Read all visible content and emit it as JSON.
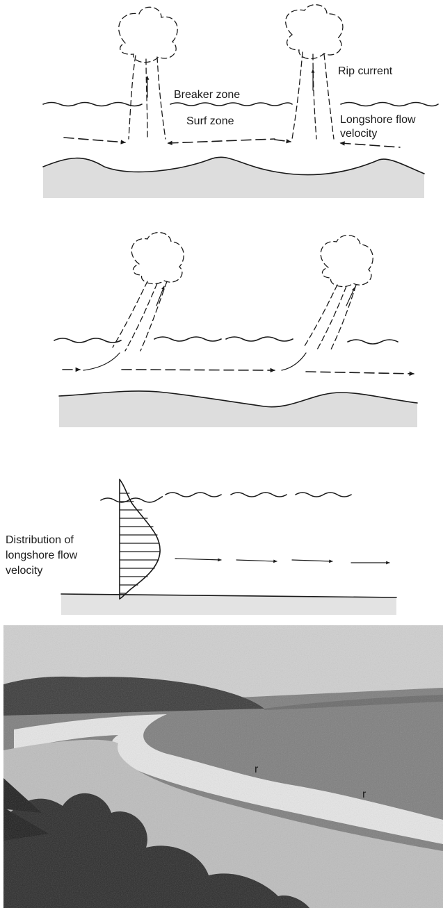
{
  "panel_a": {
    "labels": {
      "rip_current": "Rip current",
      "breaker_zone": "Breaker zone",
      "surf_zone": "Surf zone",
      "longshore_line1": "Longshore flow",
      "longshore_line2": "velocity"
    }
  },
  "panel_c": {
    "labels": {
      "dist_line1": "Distribution of",
      "dist_line2": "longshore flow",
      "dist_line3": "velocity"
    }
  },
  "photo": {
    "markers": [
      "r",
      "r"
    ]
  },
  "colors": {
    "ink": "#1a1a1a",
    "photo_sky": "#cfcfcf",
    "photo_sea": "#7e7e7e",
    "photo_headland": "#3a3a3a",
    "photo_foam": "#f2f2f2",
    "photo_sand": "#bdbdbd",
    "photo_vegetation": "#2b2b2b"
  }
}
